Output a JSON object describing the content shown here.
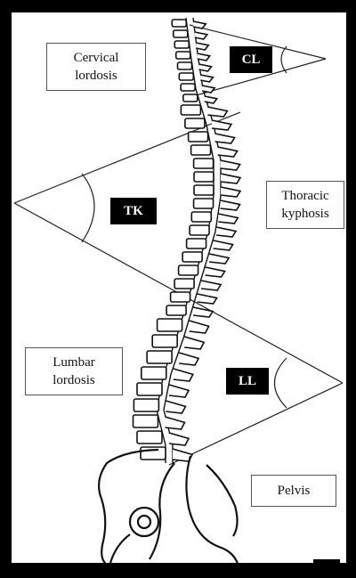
{
  "labels": {
    "cervical": [
      "Cervical",
      "lordosis"
    ],
    "thoracic": [
      "Thoracic",
      "kyphosis"
    ],
    "lumbar": [
      "Lumbar",
      "lordosis"
    ],
    "pelvis": "Pelvis"
  },
  "tags": {
    "cl": "CL",
    "tk": "TK",
    "ll": "LL"
  },
  "colors": {
    "background": "#000000",
    "panel": "#ffffff",
    "ink": "#111111"
  }
}
